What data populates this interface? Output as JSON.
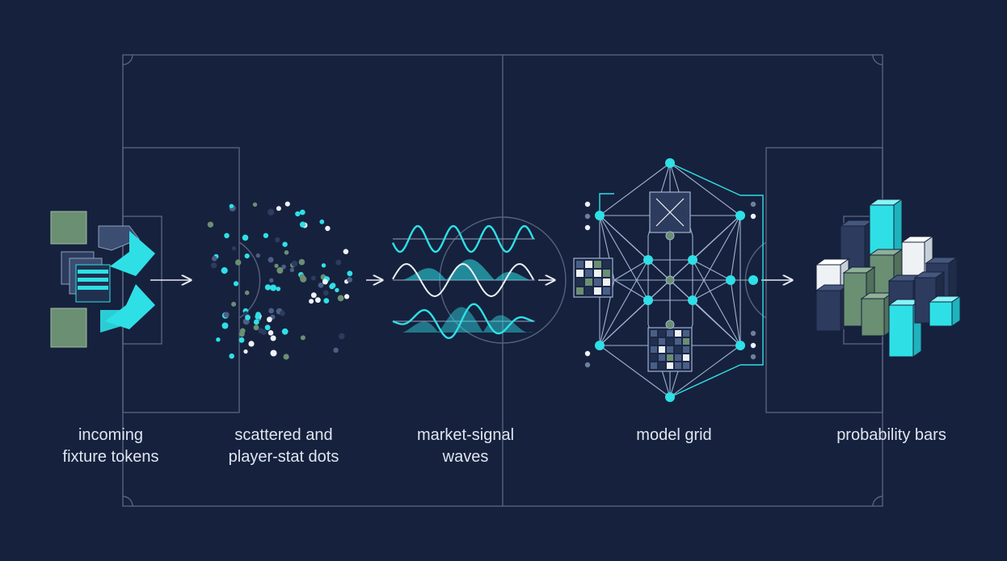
{
  "colors": {
    "background": "#16213d",
    "pitch_line": "#5a6680",
    "cyan": "#2ee0e6",
    "sage": "#6b8f72",
    "navy": "#2c3b5e",
    "white": "#eef2f4",
    "label": "#dfe6f0"
  },
  "stages": [
    {
      "id": "tokens",
      "icon": "fixture-tokens-icon",
      "label_lines": [
        "incoming",
        "fixture tokens"
      ]
    },
    {
      "id": "dots",
      "icon": "player-stat-dots-icon",
      "label_lines": [
        "scattered and",
        "player-stat dots"
      ]
    },
    {
      "id": "waves",
      "icon": "market-signal-waves-icon",
      "label_lines": [
        "market-signal",
        "waves"
      ]
    },
    {
      "id": "grid",
      "icon": "model-grid-icon",
      "label_lines": [
        "model grid"
      ]
    },
    {
      "id": "bars",
      "icon": "probability-bars-icon",
      "label_lines": [
        "probability bars"
      ]
    }
  ]
}
